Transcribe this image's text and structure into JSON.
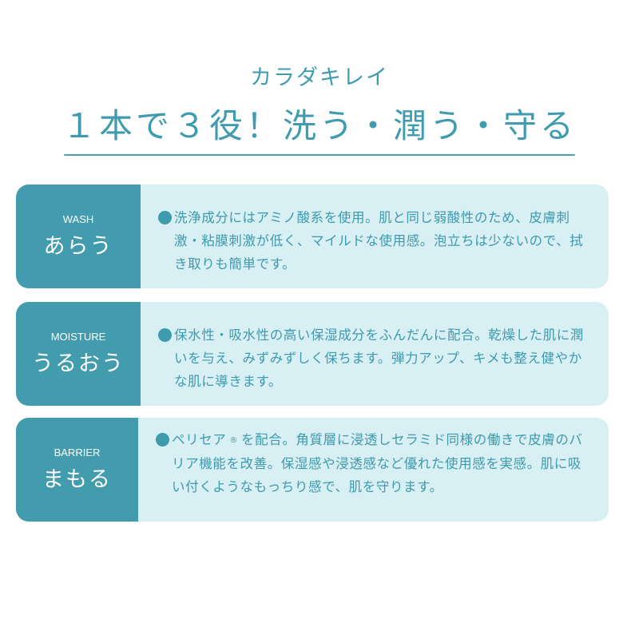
{
  "header": {
    "brand": "カラダキレイ",
    "headline": "１本で３役！洗う・潤う・守る"
  },
  "colors": {
    "accent": "#429cae",
    "card_background": "#d8eff3",
    "text": "#3e9aad"
  },
  "cards": [
    {
      "en_label": "WASH",
      "jp_label": "あらう",
      "bullet_icon": "filled-circle",
      "text": "洗浄成分にはアミノ酸系を使用。肌と同じ弱酸性のため、皮膚刺激・粘膜刺激が低く、マイルドな使用感。泡立ちは少ないので、拭き取りも簡単です。"
    },
    {
      "en_label": "MOISTURE",
      "jp_label": "うるおう",
      "bullet_icon": "filled-circle",
      "text": "保水性・吸水性の高い保湿成分をふんだんに配合。乾燥した肌に潤いを与え、みずみずしく保ちます。弾力アップ、キメも整え健やかな肌に導きます。"
    },
    {
      "en_label": "BARRIER",
      "jp_label": "まもる",
      "bullet_icon": "filled-circle",
      "text_before_mark": "ペリセア",
      "registered_mark": "®",
      "text_after_mark": "を配合。角質層に浸透しセラミド同様の働きで皮膚のバリア機能を改善。保湿感や浸透感など優れた使用感を実感。肌に吸い付くようなもっちり感で、肌を守ります。"
    }
  ]
}
